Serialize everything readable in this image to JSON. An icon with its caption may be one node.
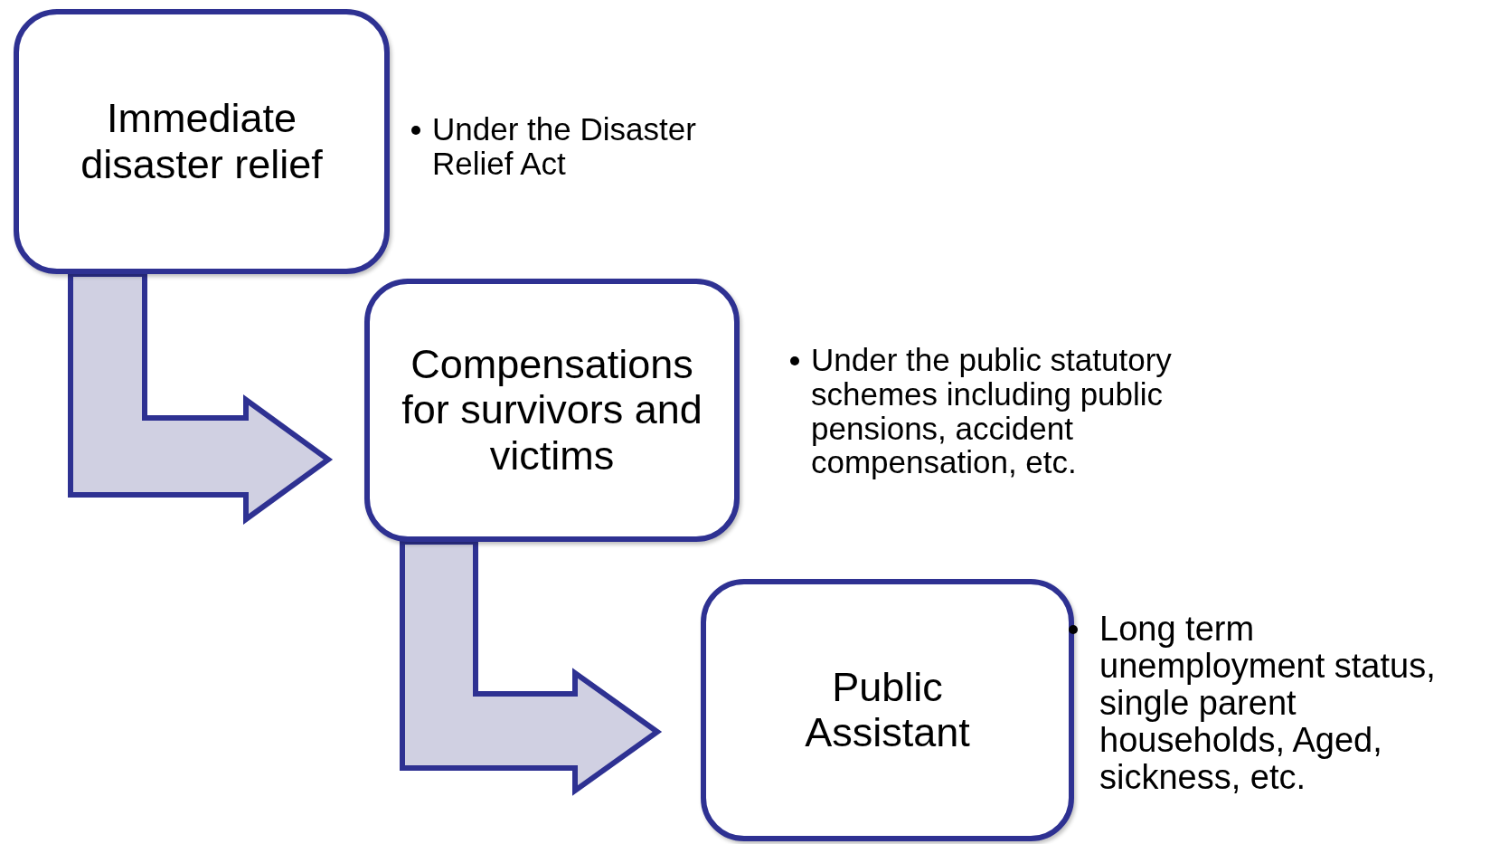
{
  "diagram": {
    "nodes": [
      {
        "text": [
          "Immediate disaster relief"
        ],
        "beside": [
          "Under the Disaster Relief Act"
        ]
      },
      {
        "text": [
          "Compensations for survivors and victims"
        ],
        "beside": [
          "Under the public statutory schemes including public pensions, accident compensation, etc."
        ]
      },
      {
        "text": [
          "Public Assistant"
        ],
        "beside": [
          "Long term unemployment status, single parent households, Aged, sickness, etc."
        ]
      }
    ],
    "edges": [
      {
        "from": 0,
        "to": 1,
        "arrow": "to"
      },
      {
        "from": 1,
        "to": 2,
        "arrow": "to"
      }
    ]
  }
}
